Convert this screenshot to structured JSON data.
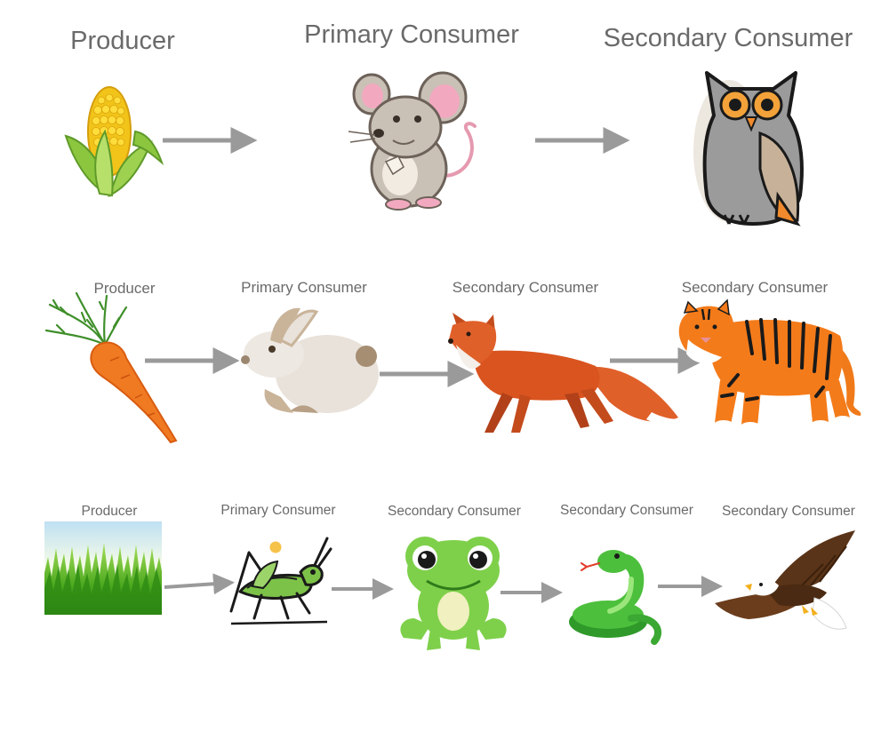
{
  "rows": [
    {
      "labels": [
        "Producer",
        "Primary Consumer",
        "Secondary Consumer"
      ],
      "organisms": [
        "corn",
        "mouse",
        "owl"
      ]
    },
    {
      "labels": [
        "Producer",
        "Primary Consumer",
        "Secondary Consumer",
        "Secondary Consumer"
      ],
      "organisms": [
        "carrot",
        "rabbit",
        "fox",
        "tiger"
      ]
    },
    {
      "labels": [
        "Producer",
        "Primary Consumer",
        "Secondary Consumer",
        "Secondary Consumer",
        "Secondary Consumer"
      ],
      "organisms": [
        "grass",
        "grasshopper",
        "frog",
        "snake",
        "eagle"
      ]
    }
  ],
  "colors": {
    "label": "#6a6a6a",
    "arrow": "#9a9a9a"
  }
}
